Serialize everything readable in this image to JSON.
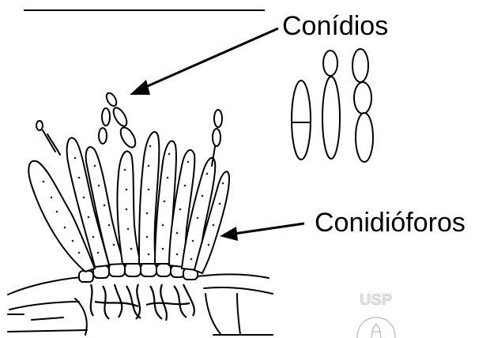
{
  "labels": {
    "conidia": "Conídios",
    "conidiophores": "Conidióforos"
  },
  "logo": {
    "text": "USP"
  },
  "colors": {
    "ink": "#000000",
    "background": "#ffffff",
    "logo": "#c8c8c8"
  }
}
